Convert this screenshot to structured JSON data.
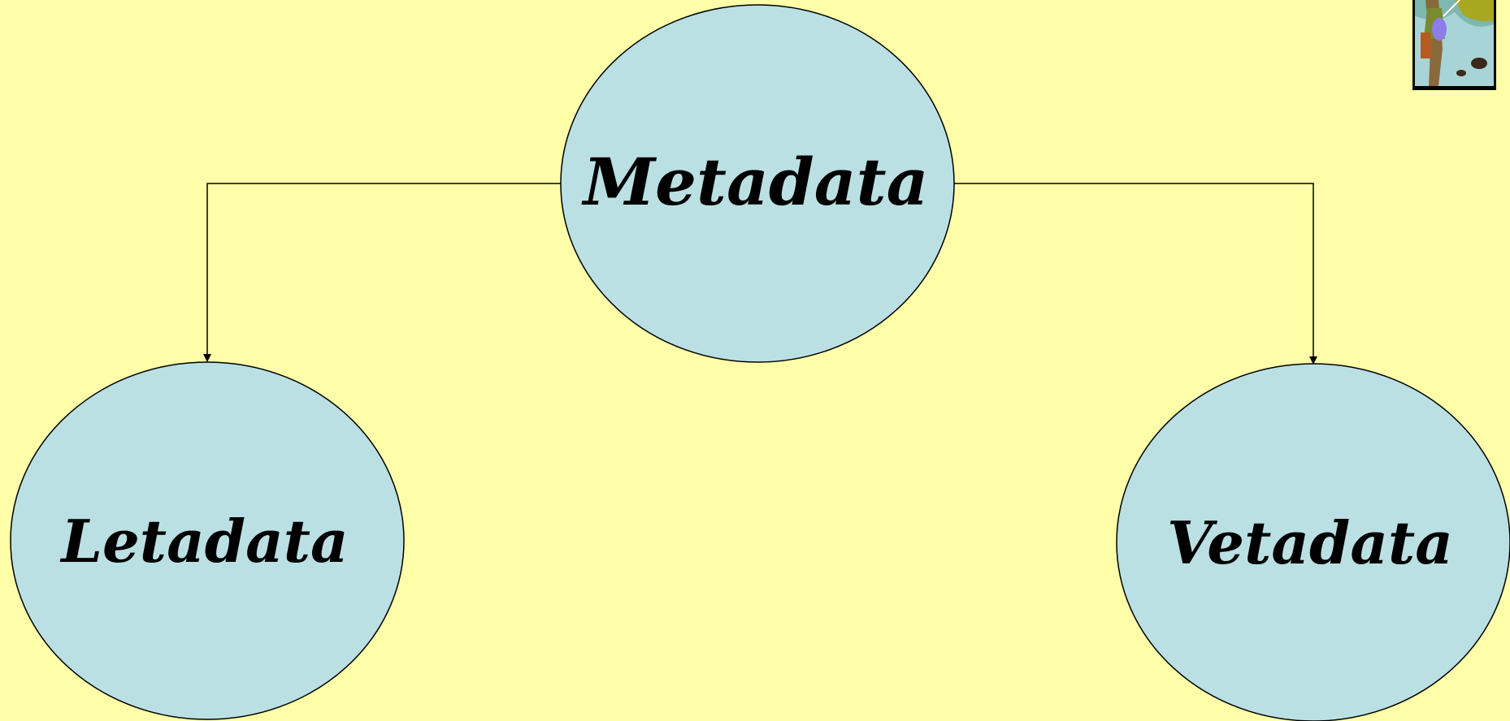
{
  "diagram": {
    "nodes": [
      {
        "id": "metadata",
        "label": "Metadata"
      },
      {
        "id": "letadata",
        "label": "Letadata"
      },
      {
        "id": "vetadata",
        "label": "Vetadata"
      }
    ],
    "edges": [
      {
        "from": "metadata",
        "to": "letadata"
      },
      {
        "from": "metadata",
        "to": "vetadata"
      }
    ]
  },
  "colors": {
    "background": "#FFFFAA",
    "node_fill": "#BBE0E3",
    "stroke": "#000000"
  },
  "corner_image": {
    "icon": "fisherman-clipart-icon"
  }
}
